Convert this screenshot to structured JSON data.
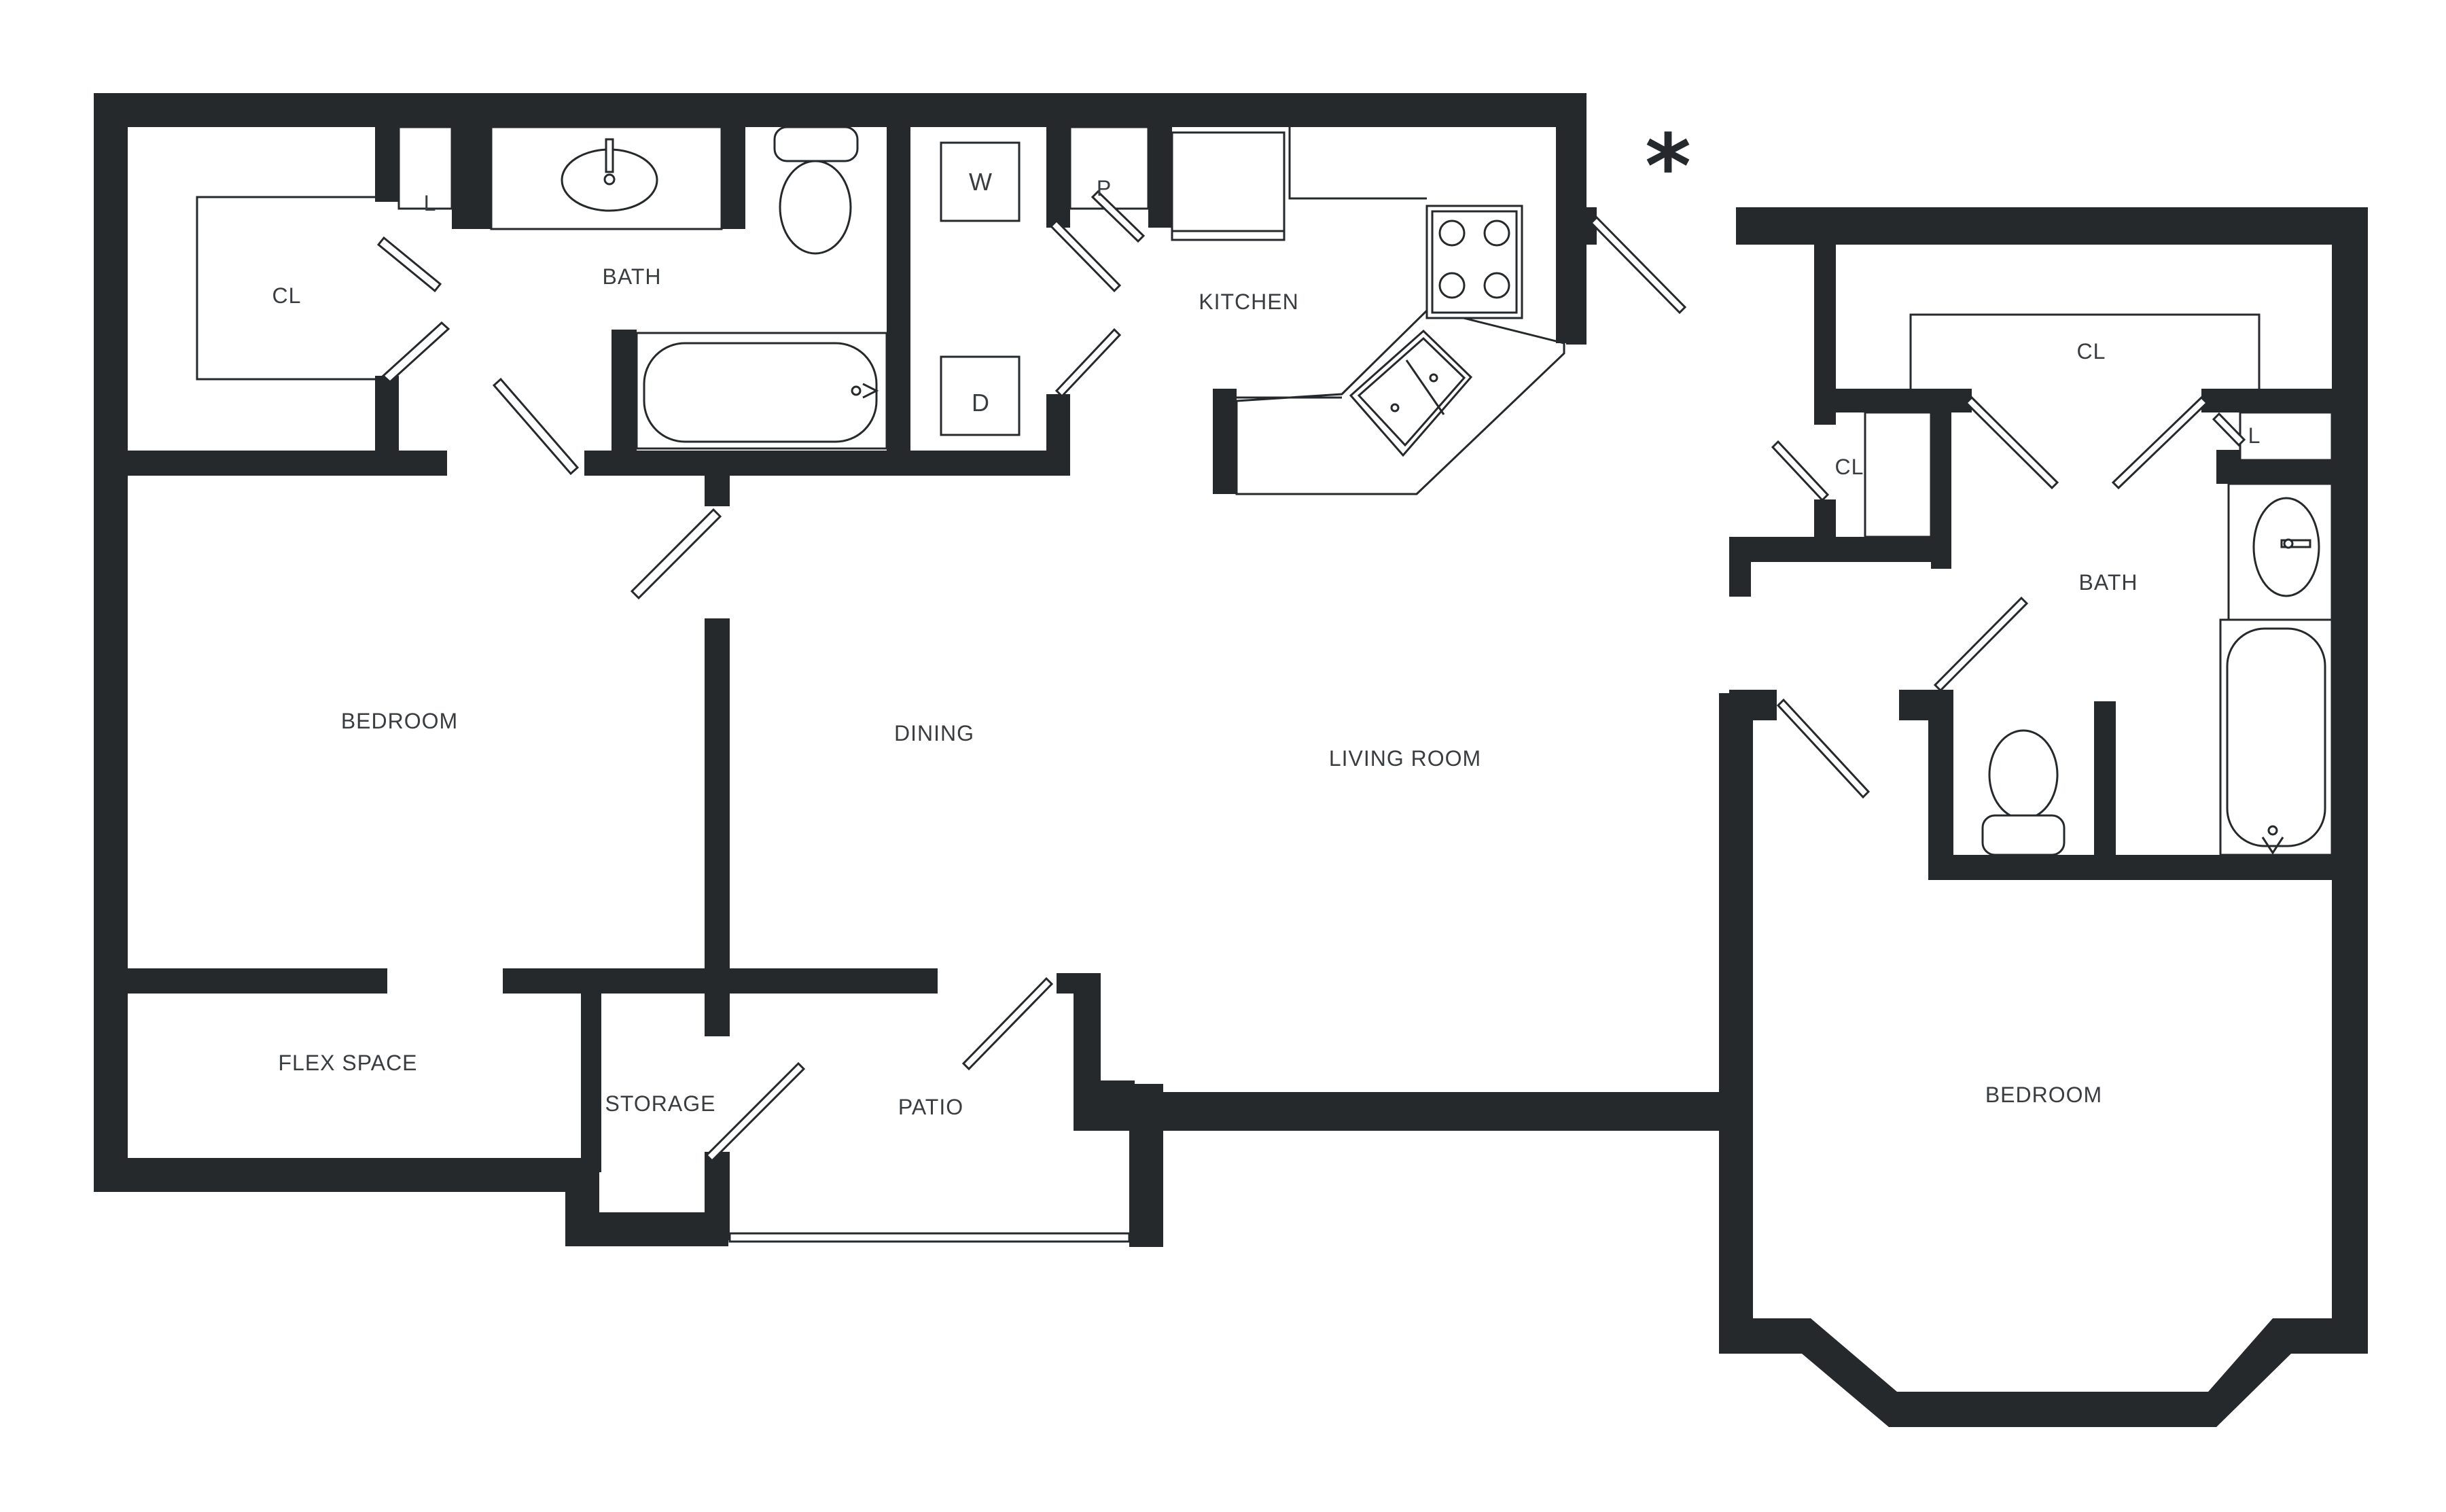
{
  "marker": "*",
  "rooms": {
    "cl_left": "CL",
    "l_left": "L",
    "bath_left": "BATH",
    "washer": "W",
    "dryer": "D",
    "pantry": "P",
    "kitchen": "KITCHEN",
    "bedroom_left": "BEDROOM",
    "dining": "DINING",
    "living_room": "LIVING ROOM",
    "flex_space": "FLEX SPACE",
    "storage": "STORAGE",
    "patio": "PATIO",
    "cl_right_top": "CL",
    "cl_right_small": "CL",
    "l_right": "L",
    "bath_right": "BATH",
    "bedroom_right": "BEDROOM"
  },
  "colors": {
    "wall": "#26292b",
    "background": "#ffffff"
  }
}
